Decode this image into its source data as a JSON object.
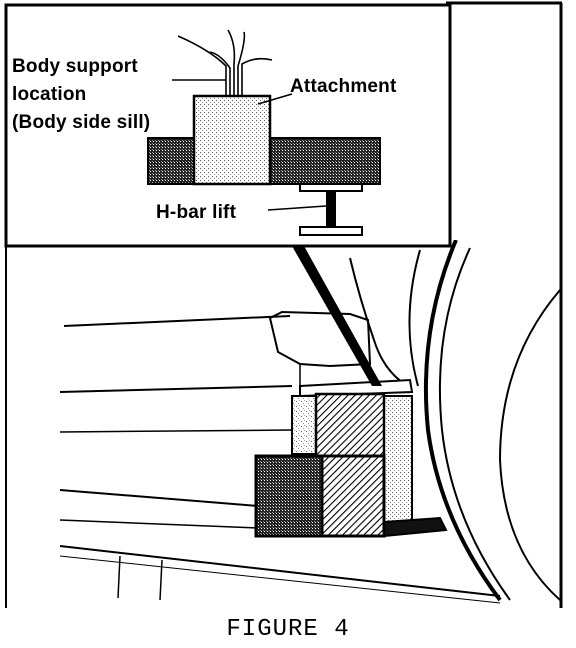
{
  "callout": {
    "body_support_line1": "Body support",
    "body_support_line2": "location",
    "body_support_line3": "(Body side sill)",
    "attachment": "Attachment",
    "h_bar_lift": "H-bar lift"
  },
  "caption": "FIGURE 4"
}
